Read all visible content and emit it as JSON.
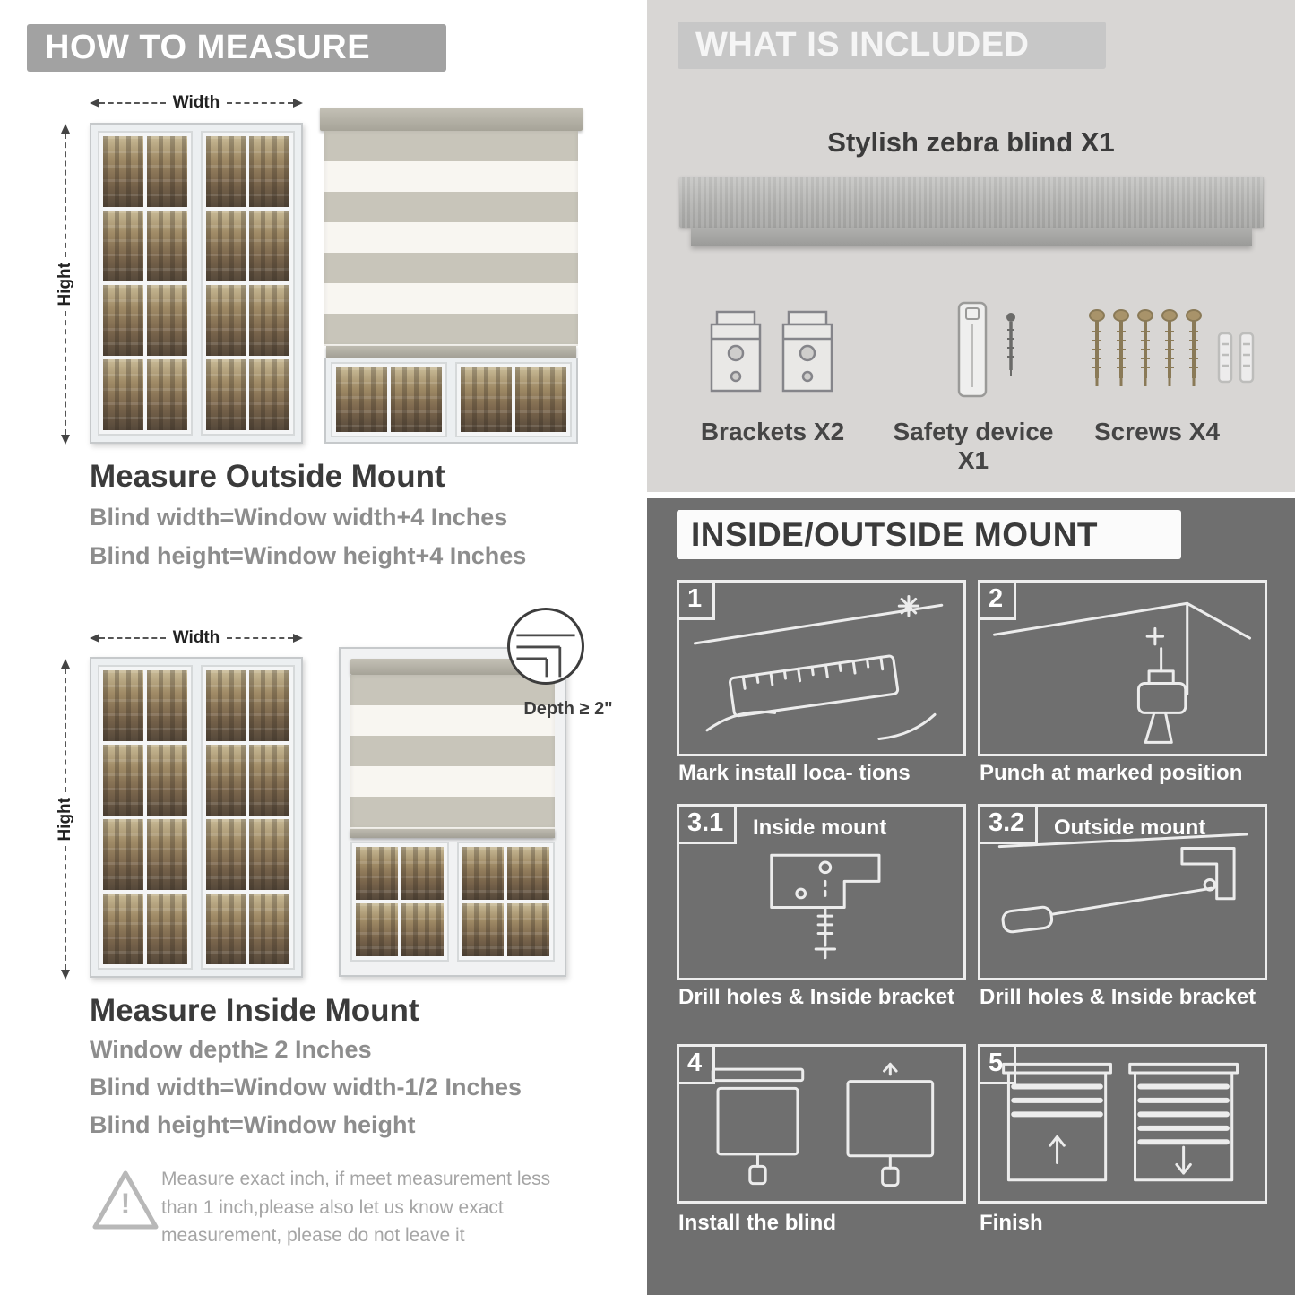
{
  "left": {
    "banner": "HOW TO MEASURE",
    "outside": {
      "width_label": "Width",
      "height_label": "Hight",
      "heading": "Measure Outside Mount",
      "lines": [
        "Blind width=Window width+4 Inches",
        "Blind height=Window height+4 Inches"
      ]
    },
    "inside": {
      "width_label": "Width",
      "height_label": "Hight",
      "depth_label": "Depth ≥ 2\"",
      "heading": "Measure Inside Mount",
      "lines": [
        "Window depth≥ 2 Inches",
        "Blind width=Window width-1/2 Inches",
        "Blind height=Window height"
      ]
    },
    "warning_icon": "!",
    "warning_text": "Measure exact inch, if meet measurement less than 1 inch,please also let us know exact measurement, please do not leave it"
  },
  "included": {
    "banner": "WHAT IS INCLUDED",
    "product_title": "Stylish zebra blind X1",
    "items": [
      {
        "label": "Brackets X2"
      },
      {
        "label": "Safety device X1"
      },
      {
        "label": "Screws X4"
      }
    ]
  },
  "mount": {
    "banner": "INSIDE/OUTSIDE MOUNT",
    "steps": [
      {
        "num": "1",
        "title": "",
        "caption": "Mark install loca- tions"
      },
      {
        "num": "2",
        "title": "",
        "caption": "Punch at  marked position"
      },
      {
        "num": "3.1",
        "title": "Inside mount",
        "caption": "Drill holes &  Inside bracket"
      },
      {
        "num": "3.2",
        "title": "Outside mount",
        "caption": "Drill holes &  Inside bracket"
      },
      {
        "num": "4",
        "title": "",
        "caption": "Install the blind"
      },
      {
        "num": "5",
        "title": "",
        "caption": "Finish"
      }
    ]
  },
  "colors": {
    "banner_gray": "#a2a2a2",
    "panel_light": "#d8d6d4",
    "panel_dark": "#6f6f6f",
    "heading_dark": "#3b3b3b",
    "body_gray": "#8d8d8d"
  }
}
